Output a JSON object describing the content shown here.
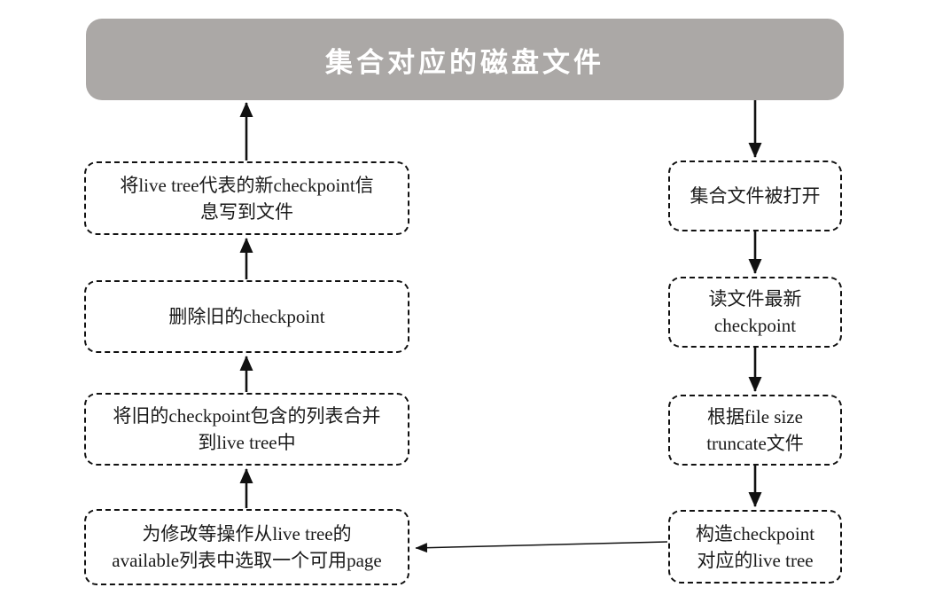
{
  "title": "集合对应的磁盘文件",
  "nodes": {
    "left": [
      {
        "label": "将live tree代表的新checkpoint信\n息写到文件"
      },
      {
        "label": "删除旧的checkpoint"
      },
      {
        "label": "将旧的checkpoint包含的列表合并\n到live tree中"
      },
      {
        "label": "为修改等操作从live tree的\navailable列表中选取一个可用page"
      }
    ],
    "right": [
      {
        "label": "集合文件被打开"
      },
      {
        "label": "读文件最新\ncheckpoint"
      },
      {
        "label": "根据file size\ntruncate文件"
      },
      {
        "label": "构造checkpoint\n对应的live tree"
      }
    ]
  },
  "colors": {
    "background": "#ffffff",
    "header_bg": "#aba8a6",
    "header_text": "#ffffff",
    "node_border": "#111111",
    "node_text": "#1a1a1a",
    "arrow": "#111111"
  }
}
